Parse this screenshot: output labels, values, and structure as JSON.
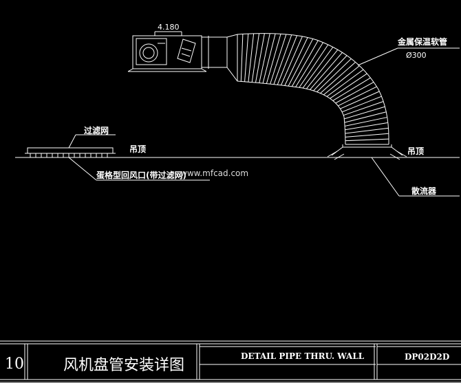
{
  "drawing": {
    "fan_unit_dimension": "4.180",
    "duct_label": "金属保温软管",
    "duct_diameter": "Ø300",
    "filter_label": "过滤网",
    "ceiling_label_left": "吊顶",
    "ceiling_label_right": "吊顶",
    "return_grille_label": "蛋格型回风口(带过滤网)",
    "diffuser_label": "散流器",
    "watermark": "www.mfcad.com"
  },
  "title_block": {
    "number": "10",
    "title_cn": "风机盘管安装详图",
    "title_en": "DETAIL PIPE THRU. WALL",
    "code": "DP02D2D"
  },
  "colors": {
    "background": "#000000",
    "lines": "#ffffff",
    "watermark": "#dddddd"
  }
}
